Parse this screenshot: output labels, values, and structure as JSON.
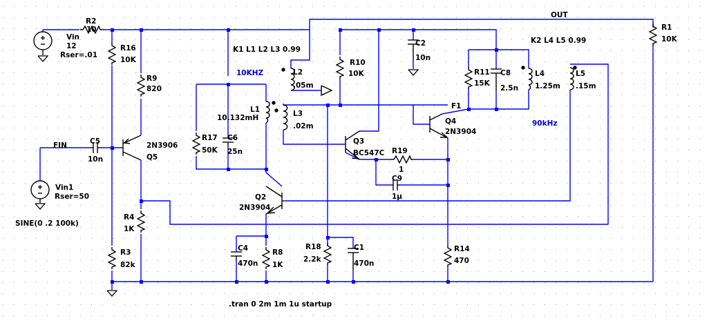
{
  "colors": {
    "wire": "#0000ff",
    "component": "#000000",
    "label": "#000000",
    "directive": "#0000cc",
    "grid": "#9a9a9a"
  },
  "nets": {
    "out": "OUT",
    "fin": "FIN",
    "f1": "F1"
  },
  "sources": {
    "vin": {
      "name": "Vin",
      "value": "12",
      "extra": "Rser=.01"
    },
    "vin1": {
      "name": "Vin1",
      "extra": "Rser=50",
      "value": "SINE(0 .2 100k)"
    }
  },
  "resistors": {
    "r1": {
      "name": "R1",
      "value": "10K"
    },
    "r2": {
      "name": "R2",
      "value": "10"
    },
    "r3": {
      "name": "R3",
      "value": "82k"
    },
    "r4": {
      "name": "R4",
      "value": "1K"
    },
    "r8": {
      "name": "R8",
      "value": "1K"
    },
    "r9": {
      "name": "R9",
      "value": "820"
    },
    "r10": {
      "name": "R10",
      "value": "10K"
    },
    "r11": {
      "name": "R11",
      "value": "15K"
    },
    "r14": {
      "name": "R14",
      "value": "470"
    },
    "r16": {
      "name": "R16",
      "value": "10K"
    },
    "r17": {
      "name": "R17",
      "value": "50K"
    },
    "r18": {
      "name": "R18",
      "value": "2.2k"
    },
    "r19": {
      "name": "R19",
      "value": "1"
    }
  },
  "capacitors": {
    "c1": {
      "name": "C1",
      "value": "470n"
    },
    "c2": {
      "name": "C2",
      "value": "10n"
    },
    "c4": {
      "name": "C4",
      "value": "470n"
    },
    "c5": {
      "name": "C5",
      "value": "10n"
    },
    "c6": {
      "name": "C6",
      "value": "25n"
    },
    "c8": {
      "name": "C8",
      "value": "2.5n"
    },
    "c9": {
      "name": "C9",
      "value": "1µ"
    }
  },
  "inductors": {
    "l1": {
      "name": "L1",
      "value": "10.132mH"
    },
    "l2": {
      "name": "L2",
      "value": ".05m"
    },
    "l3": {
      "name": "L3",
      "value": ".02m"
    },
    "l4": {
      "name": "L4",
      "value": "1.25m"
    },
    "l5": {
      "name": "L5",
      "value": ".15m"
    }
  },
  "transistors": {
    "q2": {
      "name": "Q2",
      "model": "2N3904"
    },
    "q3": {
      "name": "Q3",
      "model": "BC547C"
    },
    "q4": {
      "name": "Q4",
      "model": "2N3904"
    },
    "q5": {
      "name": "Q5",
      "model": "2N3906"
    }
  },
  "directives": {
    "k1": "K1 L1 L2 L3 0.99",
    "k2": "K2 L4 L5 0.99",
    "tran": ".tran 0 2m 1m 1u startup"
  },
  "comments": {
    "f1": "10KHZ",
    "f2": "90kHz"
  }
}
